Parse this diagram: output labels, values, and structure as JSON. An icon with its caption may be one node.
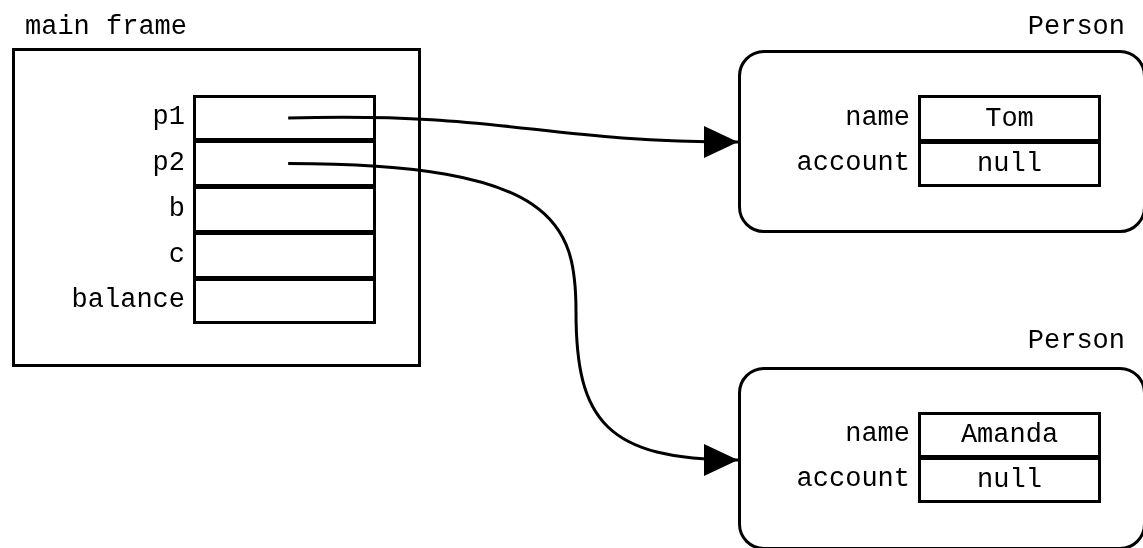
{
  "diagram": {
    "nodes": [
      {
        "text": [
          "main frame"
        ]
      },
      {
        "text": [],
        "shape": "box",
        "in": 0,
        "beside": [
          "p1"
        ]
      },
      {
        "text": [],
        "shape": "box",
        "in": 0,
        "beside": [
          "p2"
        ]
      },
      {
        "text": [],
        "shape": "box",
        "in": 0,
        "beside": [
          "b"
        ]
      },
      {
        "text": [],
        "shape": "box",
        "in": 0,
        "beside": [
          "c"
        ]
      },
      {
        "text": [],
        "shape": "box",
        "in": 0,
        "beside": [
          "balance"
        ]
      },
      {
        "text": [
          "Person"
        ]
      },
      {
        "text": [
          "Tom"
        ],
        "in": 6,
        "beside": [
          "name"
        ]
      },
      {
        "text": [
          "null"
        ],
        "in": 6,
        "beside": [
          "account"
        ]
      },
      {
        "text": [
          "Person"
        ]
      },
      {
        "text": [
          "Amanda"
        ],
        "in": 9,
        "beside": [
          "name"
        ]
      },
      {
        "text": [
          "null"
        ],
        "in": 9,
        "beside": [
          "account"
        ]
      }
    ],
    "edges": [
      {
        "from": 1,
        "to": 6,
        "arrow": "to"
      },
      {
        "from": 2,
        "to": 9,
        "arrow": "to"
      }
    ]
  }
}
